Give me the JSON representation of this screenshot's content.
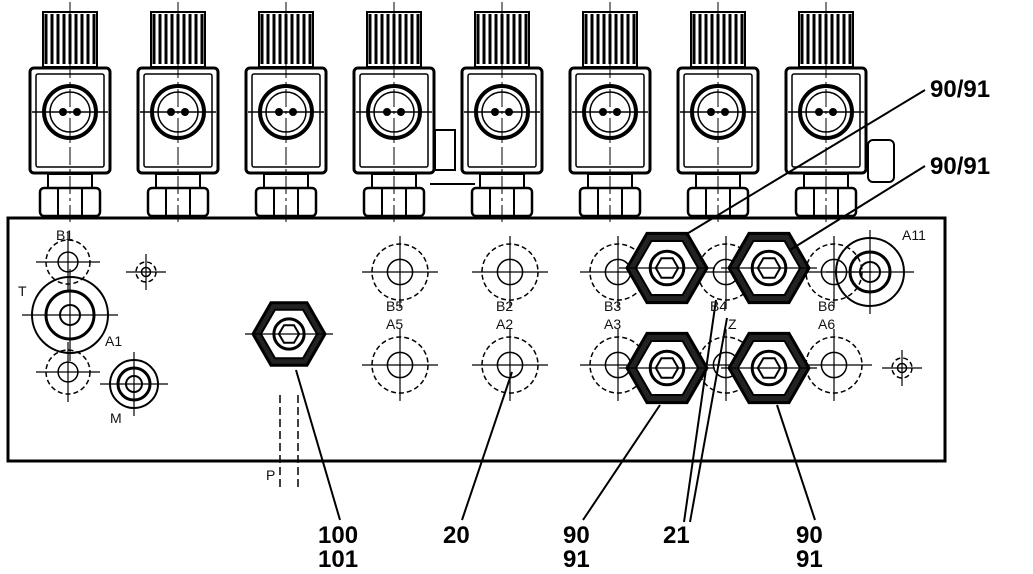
{
  "port_labels": {
    "b1": "B1",
    "t": "T",
    "a1": "A1",
    "m": "M",
    "p": "P",
    "b5": "B5",
    "a5": "A5",
    "b2": "B2",
    "a2": "A2",
    "b3": "B3",
    "a3": "A3",
    "b4": "B4",
    "z": "Z",
    "b6": "B6",
    "a6": "A6",
    "a11": "A11"
  },
  "callouts": {
    "c1": "90/91",
    "c2": "90/91",
    "c3_top": "100",
    "c3_bot": "101",
    "c4": "20",
    "c5_top": "90",
    "c5_bot": "91",
    "c6": "21",
    "c7_top": "90",
    "c7_bot": "91"
  },
  "colors": {
    "ink": "#000000",
    "paper": "#ffffff"
  }
}
